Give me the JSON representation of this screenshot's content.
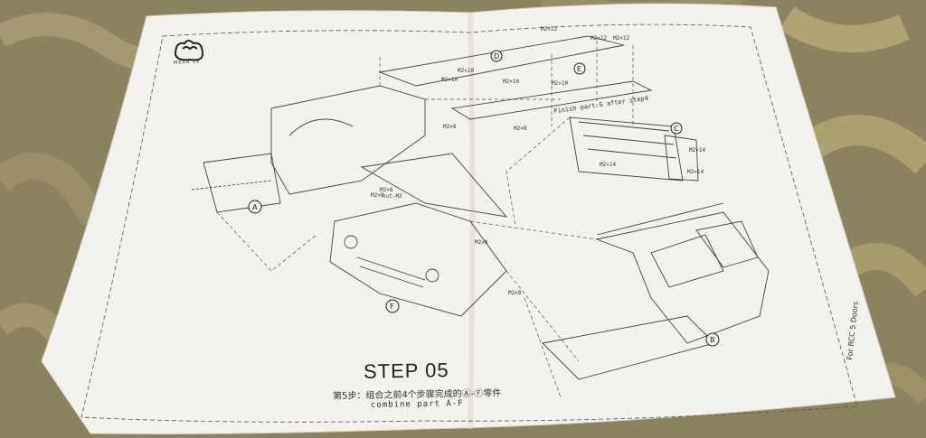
{
  "sheet": {
    "step_title": "STEP 05",
    "instruction_cn": "第5步：组合之前4个步骤完成的Ⓐ-Ⓕ零件",
    "instruction_en": "combine part A-F",
    "finish_note": "Finish part G after step4",
    "side_label": "For RCC 5 Doors",
    "logo_text": "MEAN EE"
  },
  "part_labels": [
    "A",
    "B",
    "C",
    "D",
    "E",
    "F"
  ],
  "screw_labels": [
    "M2×12",
    "M2×12",
    "M2×12",
    "M2×10",
    "M2×10",
    "M2×10",
    "M2×10",
    "M2×8",
    "M2×8",
    "M2×8",
    "M2×8",
    "M2×8",
    "M2×14",
    "M2×14",
    "M2×14",
    "M2×8"
  ],
  "nut_label": "nut-M2",
  "colors": {
    "background": "#8d8260",
    "paper": "#f3f1ec",
    "ink": "#333333"
  }
}
